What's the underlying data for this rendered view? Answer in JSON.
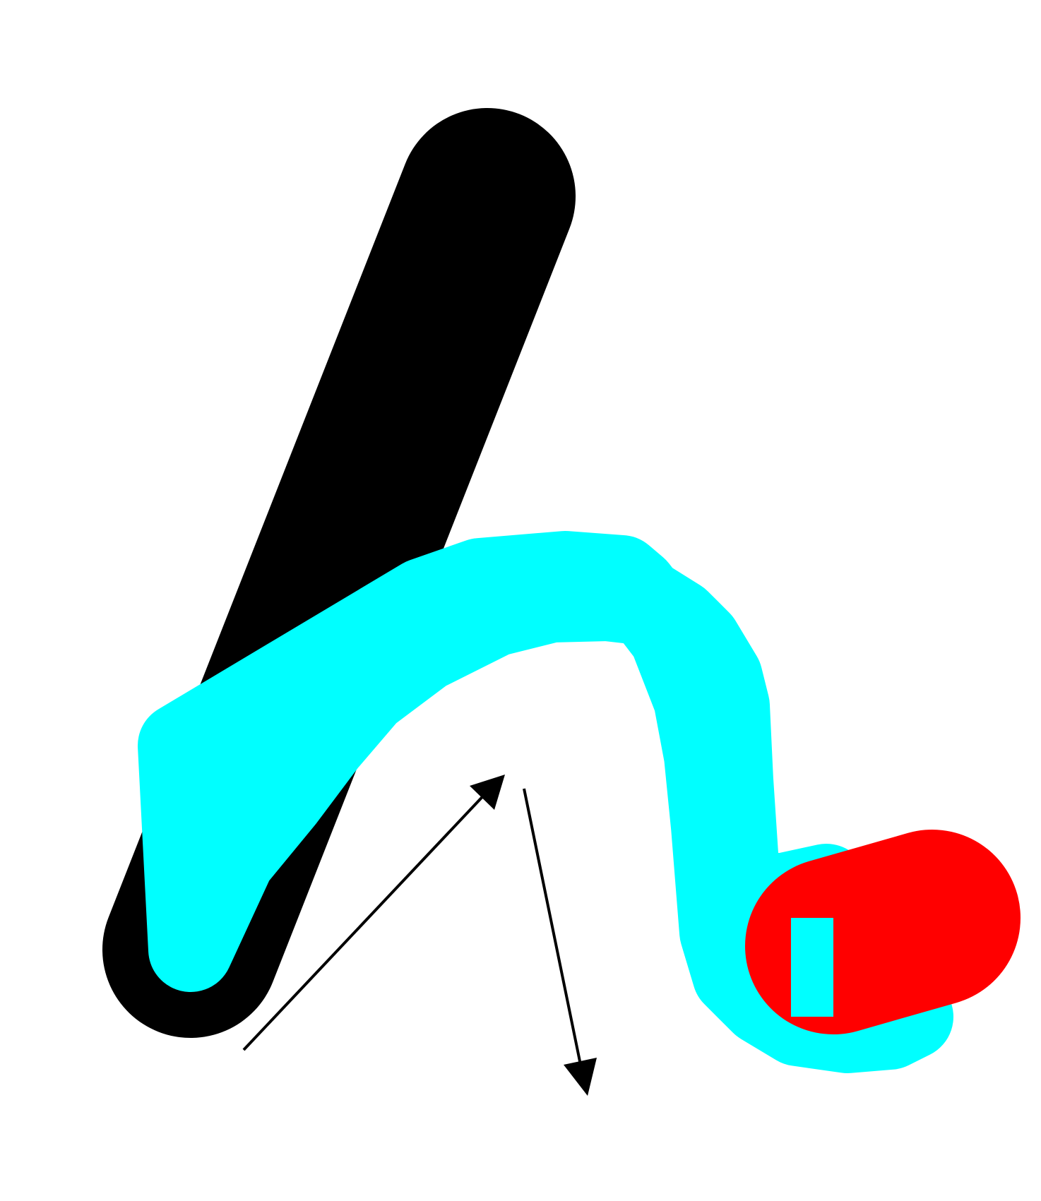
{
  "diagram": {
    "description_free": true,
    "colors": {
      "background": "#ffffff",
      "stroke_black": "#000000",
      "stroke_cyan": "#00ffff",
      "stroke_red": "#ff0000",
      "arrow": "#000000"
    },
    "strokes": [
      {
        "id": "black-stroke",
        "color_key": "stroke_black"
      },
      {
        "id": "cyan-stroke",
        "color_key": "stroke_cyan"
      },
      {
        "id": "red-stroke",
        "color_key": "stroke_red"
      }
    ],
    "arrows": [
      {
        "id": "arrow-up-right",
        "direction": "up-right"
      },
      {
        "id": "arrow-down",
        "direction": "down"
      }
    ]
  }
}
